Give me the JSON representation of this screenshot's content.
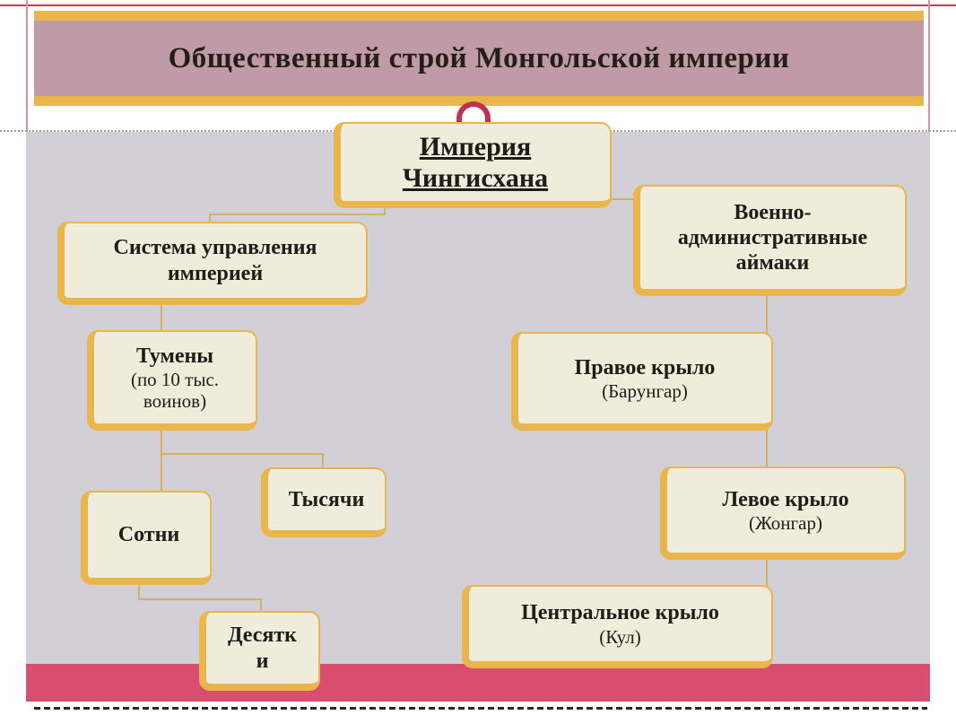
{
  "slide": {
    "title": "Общественный строй Монгольской империи"
  },
  "nodes": {
    "empire": {
      "title": "Империя Чингисхана"
    },
    "system": {
      "title": "Система управления империей"
    },
    "aimaki": {
      "title": "Военно-административные аймаки"
    },
    "tumens": {
      "title": "Тумены",
      "subtitle": "(по 10 тыс. воинов)"
    },
    "right_wing": {
      "title": "Правое крыло",
      "subtitle": "(Барунгар)"
    },
    "thousands": {
      "title": "Тысячи"
    },
    "hundreds": {
      "title": "Сотни"
    },
    "left_wing": {
      "title": "Левое крыло",
      "subtitle": "(Жонгар)"
    },
    "tens": {
      "title": "Десятки"
    },
    "central_wing": {
      "title": "Центральное крыло",
      "subtitle": "(Кул)"
    }
  },
  "colors": {
    "gold_border": "#e8b64d",
    "header_mauve": "#c09aa6",
    "node_cream": "#efecdc",
    "background_gray": "#d2d0d6",
    "pink_band": "#d84e71",
    "accent_red": "#c23051",
    "connector": "#d4b066",
    "text_dark": "#211c17"
  }
}
